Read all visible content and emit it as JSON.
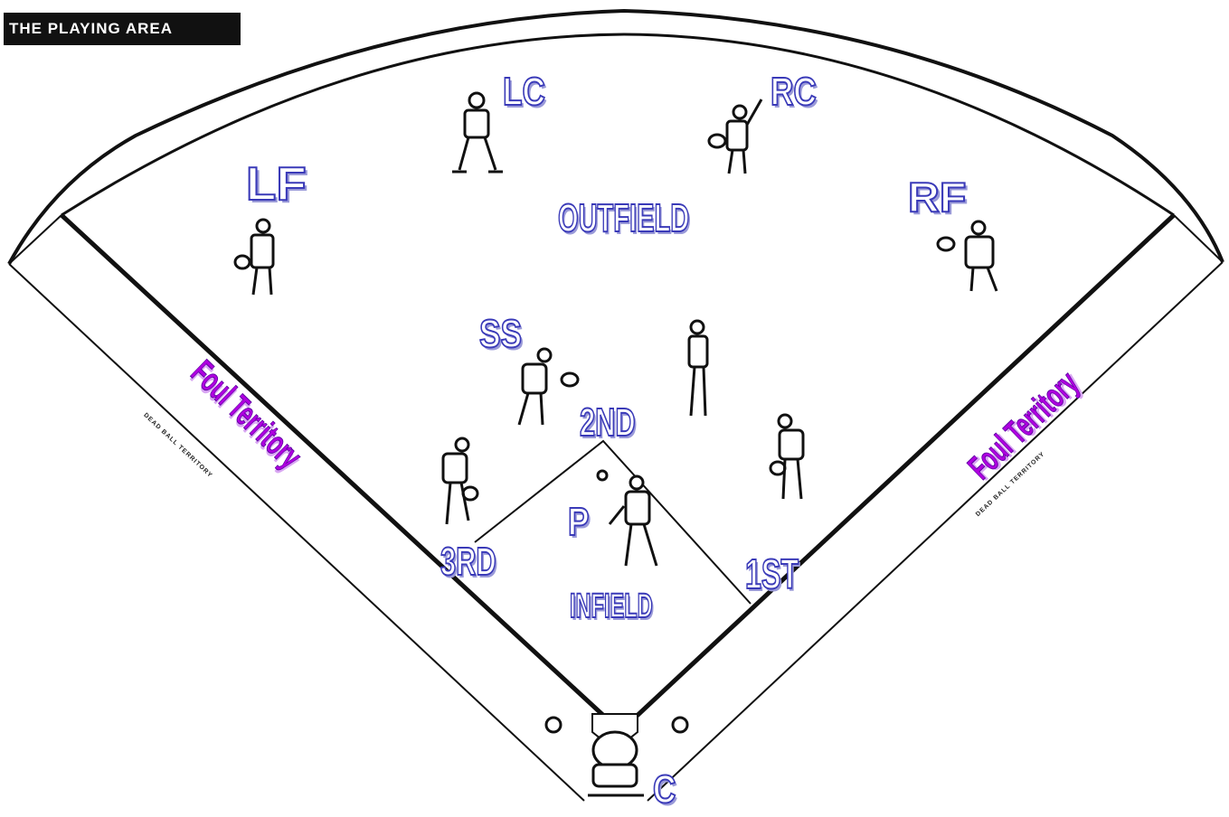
{
  "title": "THE PLAYING AREA",
  "positions": {
    "lc": "LC",
    "rc": "RC",
    "lf": "LF",
    "rf": "RF",
    "ss": "SS",
    "second": "2ND",
    "third": "3RD",
    "first": "1ST",
    "pitcher": "P",
    "catcher": "C"
  },
  "zones": {
    "outfield": "OUTFIELD",
    "infield": "INFIELD",
    "foul_left": "Foul Territory",
    "foul_right": "Foul Territory",
    "dead_left": "DEAD BALL TERRITORY",
    "dead_right": "DEAD BALL TERRITORY"
  },
  "colors": {
    "label_stroke": "#3a3ab8",
    "label_shadow": "#9a9ad8",
    "foul_fill": "#b000e0",
    "lines": "#111111"
  }
}
